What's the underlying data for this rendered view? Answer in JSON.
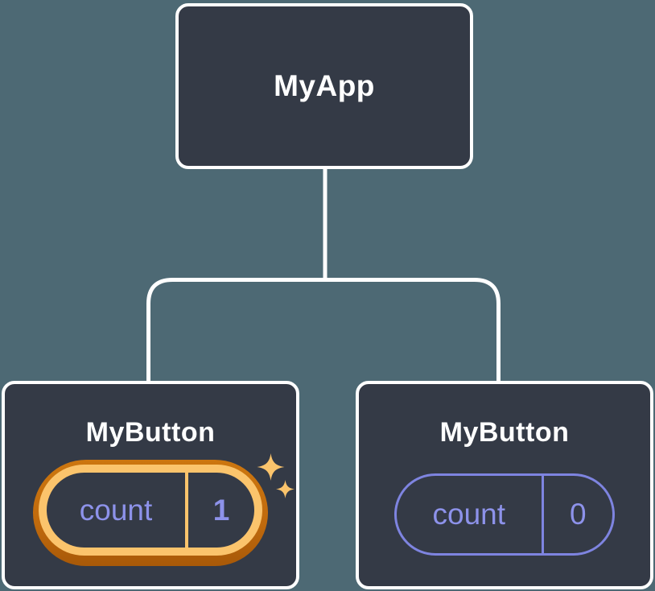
{
  "tree": {
    "root": {
      "label": "MyApp"
    },
    "children": [
      {
        "label": "MyButton",
        "state": {
          "name": "count",
          "value": "1"
        },
        "highlighted": true
      },
      {
        "label": "MyButton",
        "state": {
          "name": "count",
          "value": "0"
        },
        "highlighted": false
      }
    ]
  },
  "colors": {
    "background": "#4D6974",
    "node_fill": "#343A46",
    "node_border": "#FFFFFF",
    "connector": "#FFFFFF",
    "state_text": "#8D92EA",
    "plain_pill_border": "#7E84E0",
    "highlight_ring": "#FBC46C",
    "highlight_outer": "#C9720F",
    "sparkle": "#FBC46C"
  }
}
